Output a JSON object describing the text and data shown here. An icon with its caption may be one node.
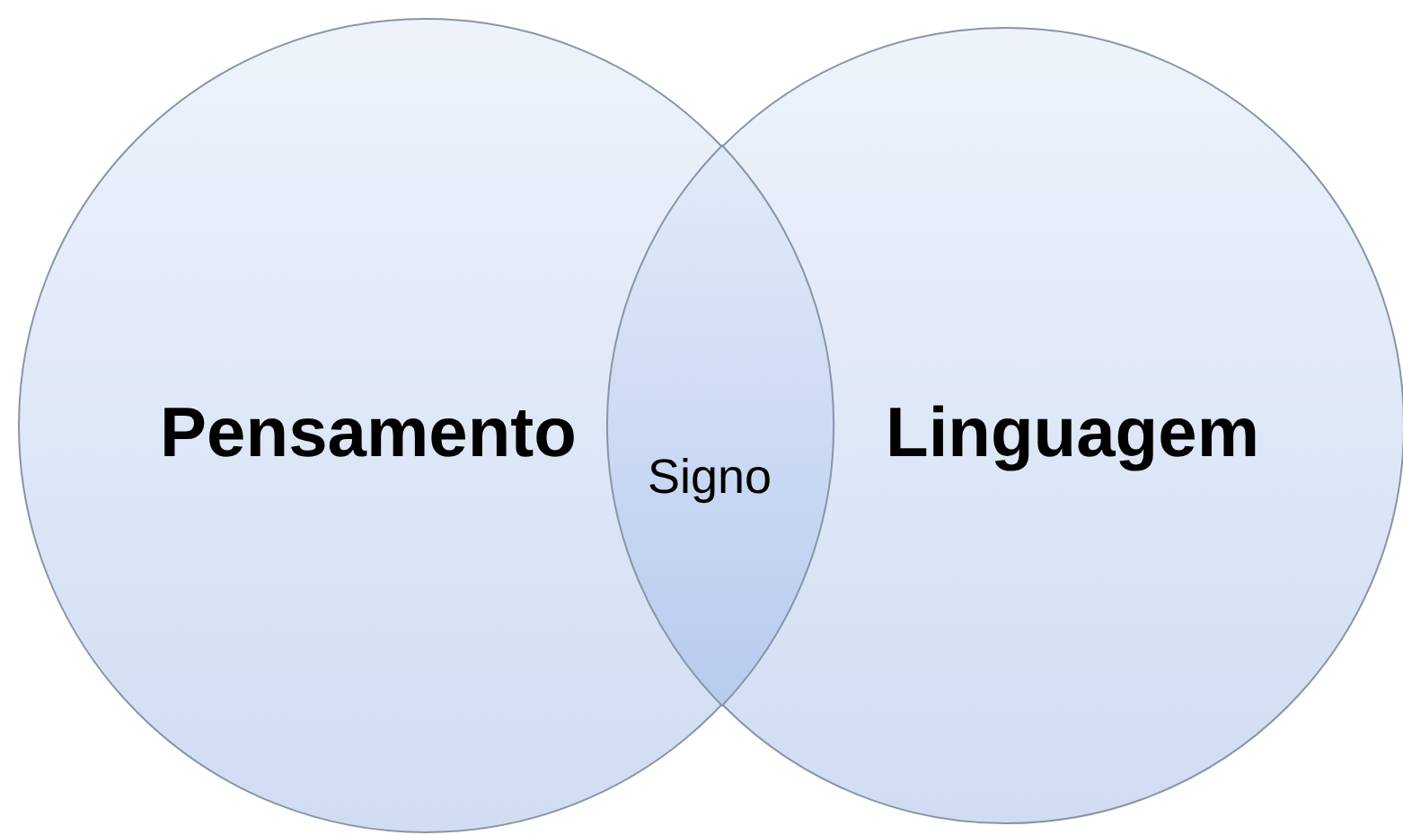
{
  "diagram": {
    "nodes": [
      {
        "text": [
          "Pensamento"
        ]
      },
      {
        "text": [
          "Linguagem"
        ]
      },
      {
        "text": [
          "Signo"
        ]
      }
    ]
  }
}
